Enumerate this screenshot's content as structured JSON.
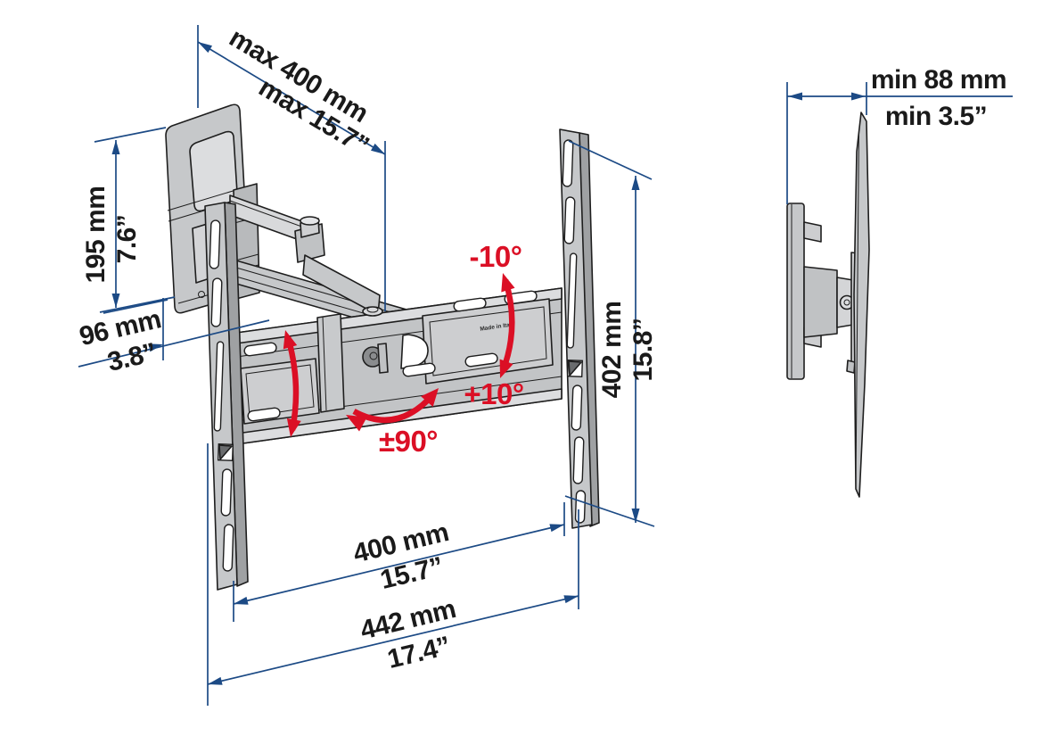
{
  "diagram": {
    "title": "TV wall mount dimensional drawing",
    "marking": {
      "made_in": "Made in Italy"
    },
    "colors": {
      "dimension_line": "#1c4a85",
      "accent_red": "#db0f25",
      "part_fill": "#c6c8ca",
      "part_fill_light": "#dcdddf",
      "part_fill_dark": "#9fa1a3",
      "outline": "#1e1e1e",
      "label_text": "#1a1a1a"
    },
    "dimensions": {
      "arm_extension": {
        "metric": "max 400 mm",
        "imperial": "max 15.7”"
      },
      "wall_plate_height": {
        "metric": "195 mm",
        "imperial": "7.6”"
      },
      "wall_clearance": {
        "metric": "96 mm",
        "imperial": "3.8”"
      },
      "bracket_height": {
        "metric": "402 mm",
        "imperial": "15.8”"
      },
      "vesa_width": {
        "metric": "400 mm",
        "imperial": "15.7”"
      },
      "overall_width": {
        "metric": "442 mm",
        "imperial": "17.4”"
      },
      "min_wall_distance": {
        "metric": "min 88 mm",
        "imperial": "min 3.5”"
      }
    },
    "angles": {
      "tilt_up": "-10°",
      "tilt_down": "+10°",
      "swivel": "±90°"
    }
  }
}
